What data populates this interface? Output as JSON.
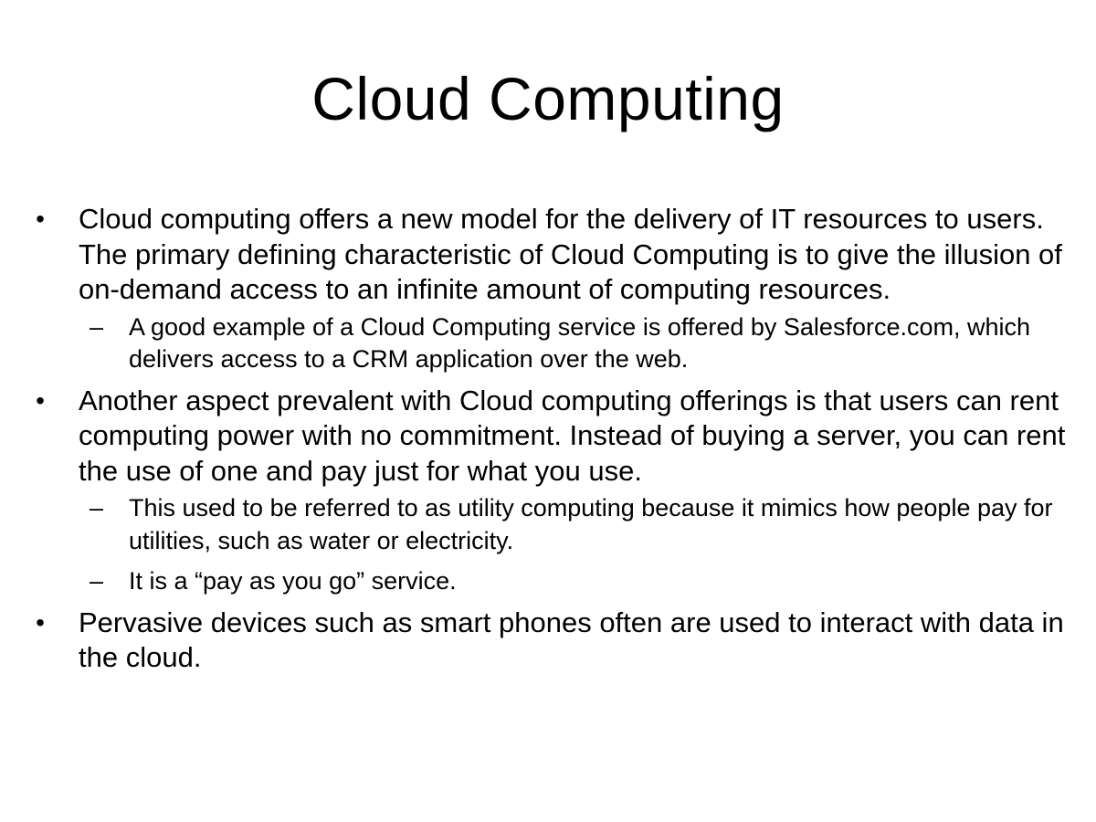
{
  "slide": {
    "title": "Cloud Computing",
    "bullets": [
      {
        "marker": "•",
        "text": "Cloud computing offers a new model for the delivery of IT resources to users. The primary defining characteristic of Cloud Computing is to give the illusion of on-demand access to an infinite amount of computing resources.",
        "subs": [
          {
            "marker": "–",
            "text": "A good example of a Cloud Computing service is offered by Salesforce.com, which delivers access to a CRM application over the web."
          }
        ]
      },
      {
        "marker": "•",
        "text": "Another aspect prevalent with Cloud computing offerings is that users can rent computing power with no commitment. Instead of buying a server, you can rent the use of one and pay just for what you use.",
        "subs": [
          {
            "marker": "–",
            "text": "This used to be referred to as utility computing because it mimics how people pay for utilities, such as water or electricity."
          },
          {
            "marker": "–",
            "text": "It is a “pay as you go” service."
          }
        ]
      },
      {
        "marker": "•",
        "text": "Pervasive devices such as smart phones often are used to interact with data in the cloud.",
        "subs": []
      }
    ]
  }
}
